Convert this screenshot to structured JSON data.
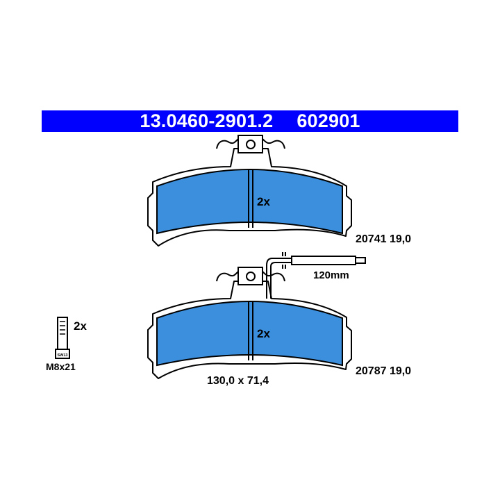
{
  "header": {
    "part_number": "13.0460-2901.2",
    "ref_number": "602901",
    "background_color": "#0000ff",
    "text_color": "#ffffff"
  },
  "pad_color": "#3c8fdc",
  "upper_pad": {
    "quantity": "2x",
    "spec": "20741 19,0"
  },
  "lower_pad": {
    "quantity": "2x",
    "spec": "20787 19,0",
    "dimensions": "130,0 x 71,4"
  },
  "wear_sensor": {
    "length": "120mm"
  },
  "bolt": {
    "quantity": "2x",
    "size": "M8x21",
    "head_mark": "SW13"
  }
}
